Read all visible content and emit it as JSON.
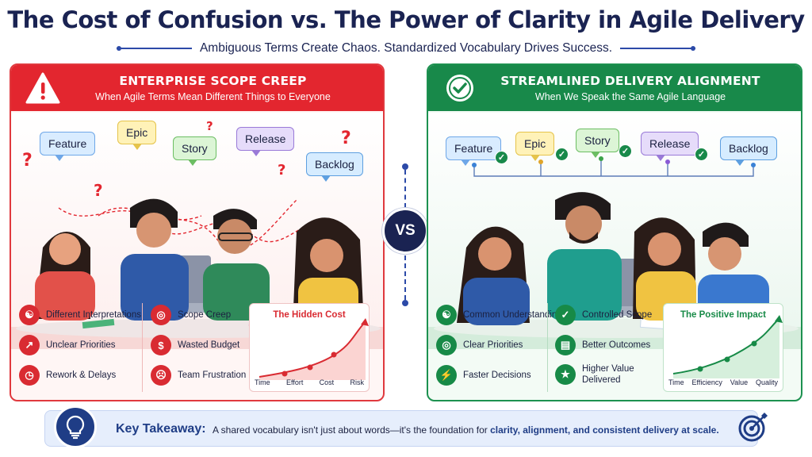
{
  "title": "The Cost of Confusion vs. The Power of Clarity in Agile Delivery",
  "subtitle": "Ambiguous Terms Create Chaos. Standardized Vocabulary Drives Success.",
  "left_panel": {
    "heading": "ENTERPRISE SCOPE CREEP",
    "subheading": "When Agile Terms Mean Different Things to Everyone",
    "chips": [
      "Feature",
      "Epic",
      "Story",
      "Release",
      "Backlog"
    ],
    "question_mark": "?",
    "items": [
      "Different Interpretations",
      "Unclear Priorities",
      "Rework & Delays",
      "Scope Creep",
      "Wasted Budget",
      "Team Frustration"
    ],
    "chart_title": "The Hidden Cost",
    "chart_labels": [
      "Time",
      "Effort",
      "Cost",
      "Risk"
    ],
    "accent": "#e3262f"
  },
  "right_panel": {
    "heading": "STREAMLINED DELIVERY ALIGNMENT",
    "subheading": "When We Speak the Same Agile Language",
    "chips": [
      "Feature",
      "Epic",
      "Story",
      "Release",
      "Backlog"
    ],
    "items": [
      "Common Understanding",
      "Clear Priorities",
      "Faster Decisions",
      "Controlled Scope",
      "Better Outcomes",
      "Higher Value Delivered"
    ],
    "chart_title": "The Positive Impact",
    "chart_labels": [
      "Time",
      "Efficiency",
      "Value",
      "Quality"
    ],
    "accent": "#18894a"
  },
  "vs_label": "VS",
  "takeaway": {
    "title": "Key Takeaway:",
    "text_plain": "A shared vocabulary isn't just about words—it's the foundation for ",
    "text_bold": "clarity, alignment, and consistent delivery at scale."
  }
}
